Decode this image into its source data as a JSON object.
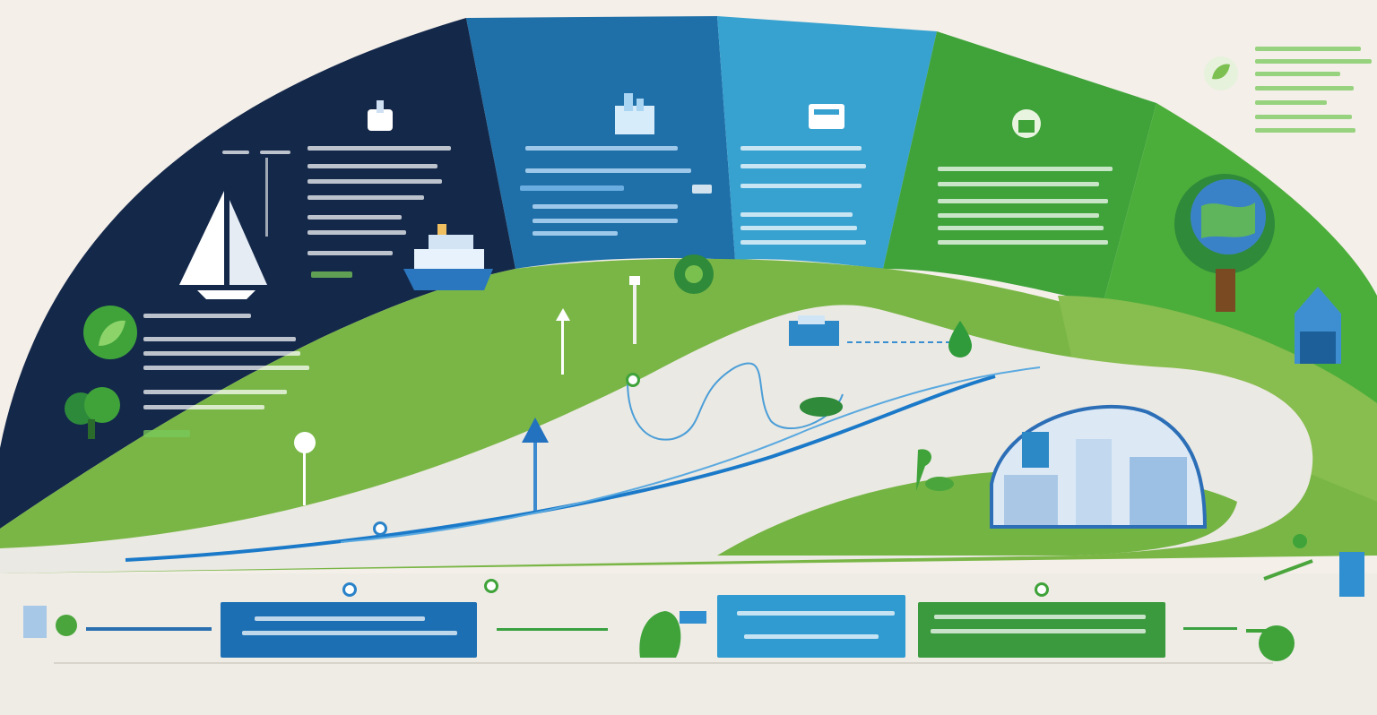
{
  "colors": {
    "navy": "#14284a",
    "ocean_blue": "#1f6fa8",
    "sky_blue": "#37a1d0",
    "green": "#3fa33a",
    "lime": "#6db33f",
    "road": "#ebe9e3",
    "water_line": "#1a79c8"
  },
  "panels": [
    {
      "name": "navy-panel",
      "icon": "lighthouse-icon"
    },
    {
      "name": "ocean-panel",
      "icon": "factory-icon"
    },
    {
      "name": "sky-panel",
      "icon": "truck-icon"
    },
    {
      "name": "green-panel",
      "icon": "house-icon"
    },
    {
      "name": "bright-green-panel",
      "icon": "tree-icon"
    }
  ],
  "illustrations": [
    "sailboat-icon",
    "cruise-ship-icon",
    "globe-tree-icon",
    "city-dome-icon",
    "wind-turbine-icon",
    "leaf-icon",
    "water-drop-icon"
  ],
  "footer_panels": [
    {
      "name": "footer-panel-blue",
      "color": "#1c6fb3"
    },
    {
      "name": "footer-panel-sky",
      "color": "#2f9bd0"
    },
    {
      "name": "footer-panel-green",
      "color": "#3a9a3d"
    }
  ]
}
